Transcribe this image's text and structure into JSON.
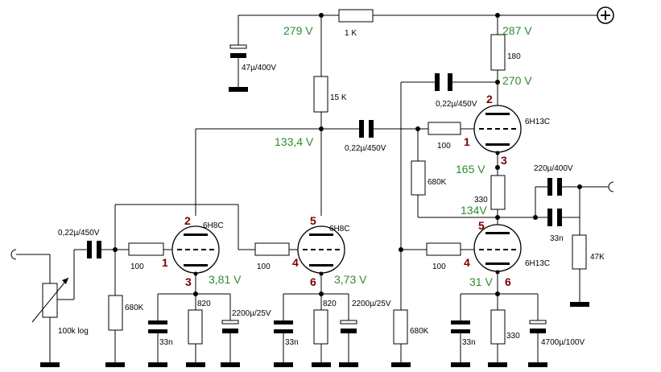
{
  "colors": {
    "voltage": "#2e8b2e",
    "pin": "#7a0000",
    "wire": "#000000",
    "background": "#ffffff"
  },
  "supply": {
    "terminal": "+"
  },
  "voltages": {
    "node_279": "279 V",
    "node_287": "287 V",
    "node_270": "270 V",
    "node_133": "133,4 V",
    "node_165": "165 V",
    "node_134": "134V",
    "v1_cathode": "3,81 V",
    "v2_cathode": "3,73 V",
    "v4_cathode": "31 V"
  },
  "components": {
    "r_1k": "1 K",
    "c_47u": "47µ/400V",
    "r_15k": "15 K",
    "r_180": "180",
    "c_022_top": "0,22µ/450V",
    "c_022_mid": "0,22µ/450V",
    "c_022_in": "0,22µ/450V",
    "r_100_a": "100",
    "r_100_b": "100",
    "r_100_c": "100",
    "r_100_d": "100",
    "r_680k_a": "680K",
    "r_680k_b": "680K",
    "r_680k_c": "680K",
    "r_330_mid": "330",
    "c_220u": "220µ/400V",
    "c_33n_out": "33n",
    "r_47k": "47K",
    "pot": "100k log",
    "c_33n_1": "33n",
    "r_820_1": "820",
    "c_2200_1": "2200µ/25V",
    "c_33n_2": "33n",
    "r_820_2": "820",
    "c_2200_2": "2200µ/25V",
    "c_33n_3": "33n",
    "r_330_k": "330",
    "c_4700": "4700µ/100V"
  },
  "tubes": {
    "v1": {
      "type": "6H8C",
      "pins": [
        "2",
        "1",
        "3"
      ]
    },
    "v2": {
      "type": "6H8C",
      "pins": [
        "5",
        "4",
        "6"
      ]
    },
    "v3": {
      "type": "6H13C",
      "pins": [
        "2",
        "1",
        "3"
      ]
    },
    "v4": {
      "type": "6H13C",
      "pins": [
        "5",
        "4",
        "6"
      ]
    }
  }
}
